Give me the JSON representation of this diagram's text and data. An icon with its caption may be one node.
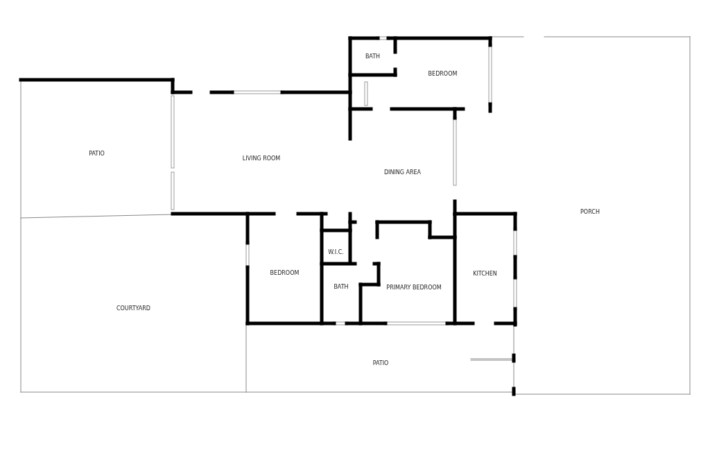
{
  "diagram": {
    "nodes": [
      {
        "text": [
          "BATH"
        ]
      },
      {
        "text": [
          "BEDROOM"
        ]
      },
      {
        "text": [
          "PATIO"
        ]
      },
      {
        "text": [
          "LIVING ROOM"
        ]
      },
      {
        "text": [
          "DINING AREA"
        ]
      },
      {
        "text": [
          "PORCH"
        ]
      },
      {
        "text": [
          "W.I.C."
        ]
      },
      {
        "text": [
          "BEDROOM"
        ]
      },
      {
        "text": [
          "KITCHEN"
        ]
      },
      {
        "text": [
          "BATH"
        ]
      },
      {
        "text": [
          "PRIMARY BEDROOM"
        ]
      },
      {
        "text": [
          "COURTYARD"
        ]
      },
      {
        "text": [
          "PATIO"
        ]
      }
    ]
  }
}
